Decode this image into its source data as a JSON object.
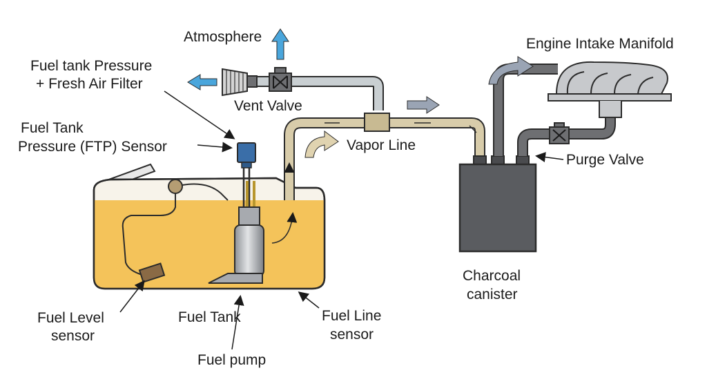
{
  "labels": {
    "atmosphere": "Atmosphere",
    "filter_line1": "Fuel tank Pressure",
    "filter_line2": "+ Fresh Air Filter",
    "vent_valve": "Vent Valve",
    "ftp_line1": "Fuel Tank",
    "ftp_line2": "Pressure (FTP) Sensor",
    "vapor_line": "Vapor Line",
    "engine_intake": "Engine Intake Manifold",
    "purge_valve": "Purge Valve",
    "canister_line1": "Charcoal",
    "canister_line2": "canister",
    "fuel_level_line1": "Fuel Level",
    "fuel_level_line2": "sensor",
    "fuel_tank": "Fuel Tank",
    "fuel_line_line1": "Fuel Line",
    "fuel_line_line2": "sensor",
    "fuel_pump": "Fuel pump"
  },
  "colors": {
    "fuel": "#f4c35a",
    "tank_top": "#f7f3ea",
    "outline": "#2b2b2b",
    "pipe_gray": "#c9cfd2",
    "pipe_dark": "#6e6f72",
    "vapor_pipe": "#d8ccaa",
    "canister": "#5a5c60",
    "arrow_blue": "#4aa6dc",
    "arrow_gray": "#9aa4b4",
    "arrow_tan": "#e0d3b0",
    "manifold": "#c7c9cc"
  }
}
